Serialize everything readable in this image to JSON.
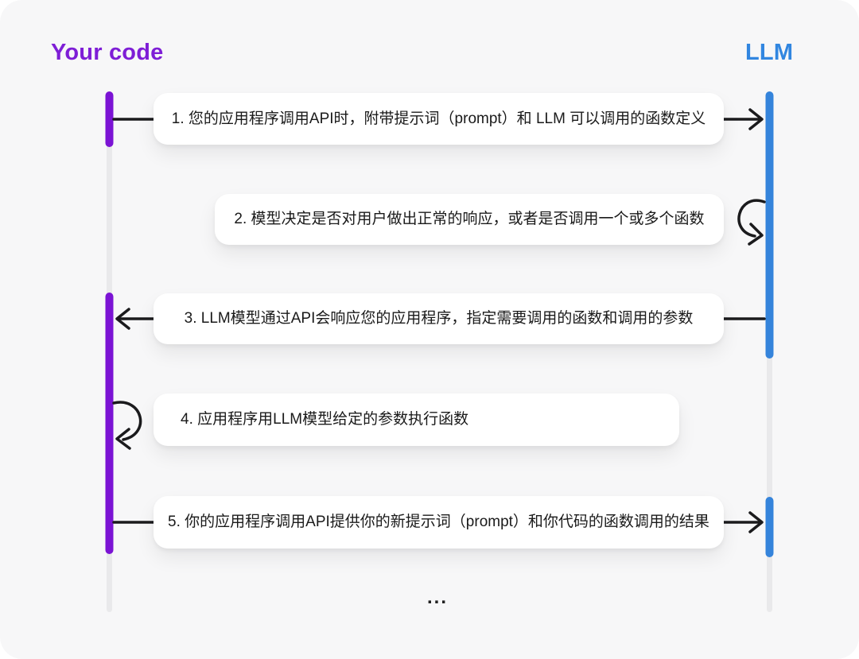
{
  "diagram": {
    "actors": [
      {
        "name": "Your code",
        "side": "left",
        "color": "#7e1ed6"
      },
      {
        "name": "LLM",
        "side": "right",
        "color": "#3186e0"
      }
    ],
    "steps": [
      {
        "text": "1. 您的应用程序调用API时，附带提示词（prompt）和 LLM 可以调用的函数定义",
        "from": "Your code",
        "to": "LLM"
      },
      {
        "text": "2. 模型决定是否对用户做出正常的响应，或者是否调用一个或多个函数",
        "from": "LLM",
        "to": "LLM"
      },
      {
        "text": "3. LLM模型通过API会响应您的应用程序，指定需要调用的函数和调用的参数",
        "from": "LLM",
        "to": "Your code"
      },
      {
        "text": "4. 应用程序用LLM模型给定的参数执行函数",
        "from": "Your code",
        "to": "Your code"
      },
      {
        "text": "5. 你的应用程序调用API提供你的新提示词（prompt）和你代码的函数调用的结果",
        "from": "Your code",
        "to": "LLM"
      }
    ],
    "ellipsis": "...",
    "colors": {
      "purple": "#7b13d4",
      "blue": "#3584db",
      "arrow": "#1b1b1d",
      "lifeline_gray": "#e9e9eb",
      "card_bg": "#f7f7f8",
      "box_bg": "#ffffff",
      "text": "#1a1a1a"
    }
  }
}
